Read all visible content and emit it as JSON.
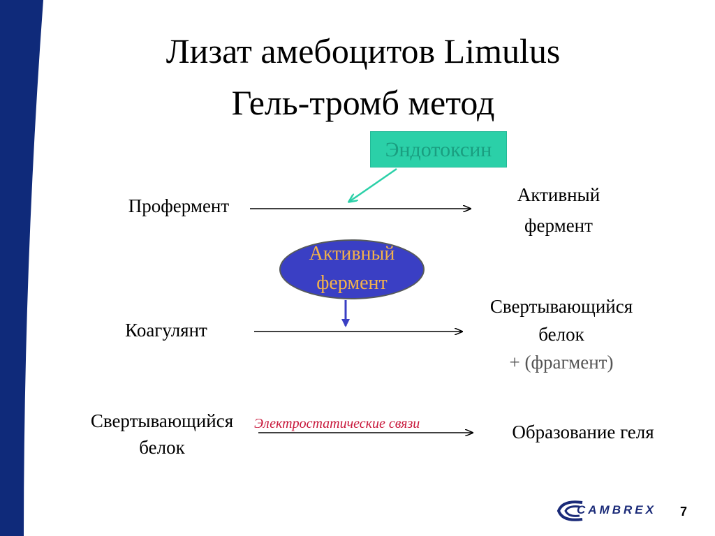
{
  "title": {
    "line1": "Лизат амебоцитов Limulus",
    "line2": "Гель-тромб метод"
  },
  "endotoxin_label": "Эндотоксин",
  "step1": {
    "left": "Профермент",
    "right_line1": "Активный",
    "right_line2": "фермент"
  },
  "enzyme_oval": {
    "line1": "Активный",
    "line2": "фермент"
  },
  "step2": {
    "left": "Коагулянт",
    "right_line1": "Свертывающийся",
    "right_line2": "белок",
    "right_line3": "+ (фрагмент)"
  },
  "step3": {
    "left_line1": "Свертывающийся",
    "left_line2": "белок",
    "arrow_label": "Электростатические связи",
    "right": "Образование геля"
  },
  "logo_text": "CAMBREX",
  "page_number": "7",
  "colors": {
    "band": "#0f2a7a",
    "endotoxin_box": "#2bd0a8",
    "oval": "#3a3fc4",
    "oval_text": "#f3b24a",
    "link_label": "#c8173a"
  }
}
